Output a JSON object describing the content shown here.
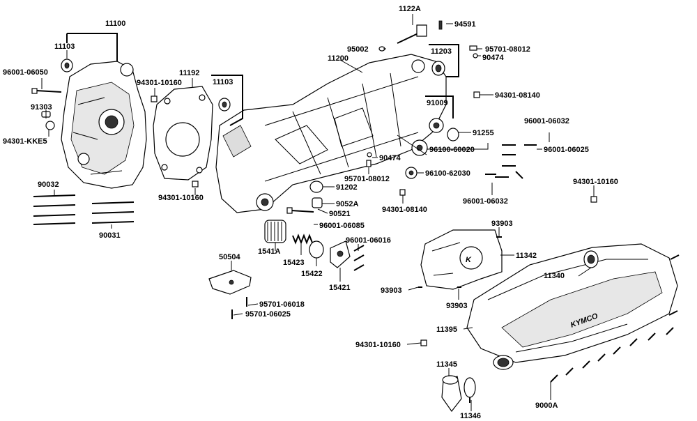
{
  "labels": {
    "p11100": "11100",
    "p11103a": "11103",
    "p96001_06050": "96001-06050",
    "p91303": "91303",
    "p94301_kke5": "94301-KKE5",
    "p90032": "90032",
    "p90031": "90031",
    "p94301_10160a": "94301-10160",
    "p11192": "11192",
    "p94301_10160b": "94301-10160",
    "p11103b": "11103",
    "p11200": "11200",
    "p1122a": "1122A",
    "p94591": "94591",
    "p95002": "95002",
    "p95701_08012a": "95701-08012",
    "p90474a": "90474",
    "p11203": "11203",
    "p94301_08140a": "94301-08140",
    "p91009": "91009",
    "p91255": "91255",
    "p96100_60020": "96100-60020",
    "p90474b": "90474",
    "p95701_08012b": "95701-08012",
    "p96100_62030": "96100-62030",
    "p91202": "91202",
    "p9052a": "9052A",
    "p90521": "90521",
    "p94301_08140b": "94301-08140",
    "p96001_06085": "96001-06085",
    "p1541a": "1541A",
    "p15423": "15423",
    "p15422": "15422",
    "p96001_06016": "96001-06016",
    "p15421": "15421",
    "p50504": "50504",
    "p95701_06018": "95701-06018",
    "p95701_06025": "95701-06025",
    "p96001_06032a": "96001-06032",
    "p96001_06025": "96001-06025",
    "p96001_06032b": "96001-06032",
    "p94301_10160c": "94301-10160",
    "p93903a": "93903",
    "p11342": "11342",
    "p11340": "11340",
    "p93903b": "93903",
    "p93903c": "93903",
    "p11395": "11395",
    "p94301_10160d": "94301-10160",
    "p11345": "11345",
    "p11346": "11346",
    "p9000a": "9000A"
  },
  "cover_brand": "KYMCO"
}
